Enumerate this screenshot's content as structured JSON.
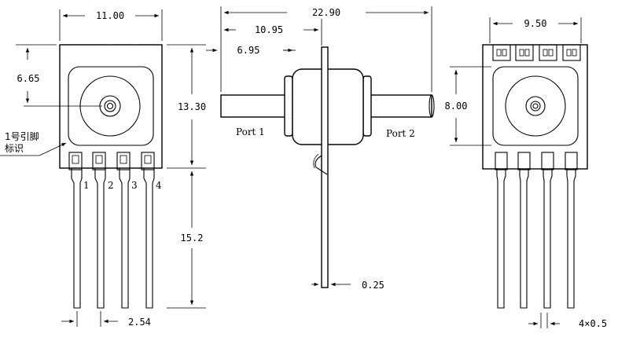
{
  "views": {
    "front": {
      "width_dim": "11.00",
      "port_offset_dim": "6.65",
      "body_height_dim": "13.30",
      "lead_length_dim": "15.2",
      "pitch_dim": "2.54",
      "pin1_label_line1": "1号引脚",
      "pin1_label_line2": "标识",
      "pin_numbers": [
        "1",
        "2",
        "3",
        "4"
      ]
    },
    "side": {
      "overall_length_dim": "22.90",
      "half_length_dim": "10.95",
      "port_dim": "6.95",
      "lead_thickness_dim": "0.25",
      "port1_label": "Port 1",
      "port2_label": "Port 2"
    },
    "back": {
      "width_dim": "9.50",
      "port_height_dim": "8.00",
      "lead_width_dim": "4×0.5"
    }
  }
}
